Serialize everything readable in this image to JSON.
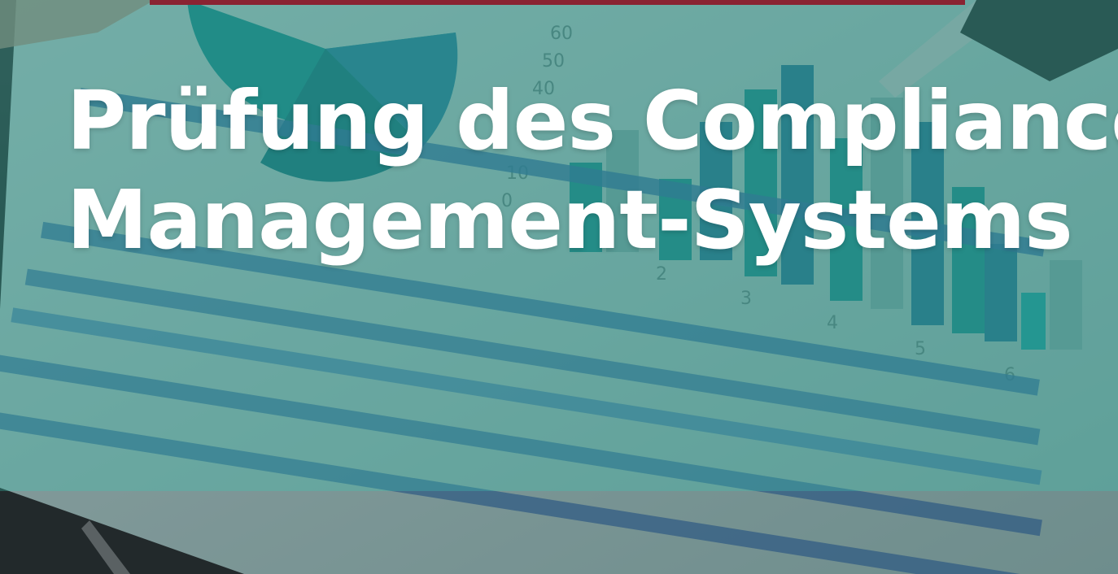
{
  "hero": {
    "title_line1": "Prüfung des Compliance-",
    "title_line2": "Management-Systems"
  },
  "colors": {
    "overlay_teal": "#2e8a7e",
    "accent_bar": "#8a2332",
    "title_text": "#ffffff"
  },
  "background_image": {
    "icon": "financial-tablet-chart-photo"
  }
}
